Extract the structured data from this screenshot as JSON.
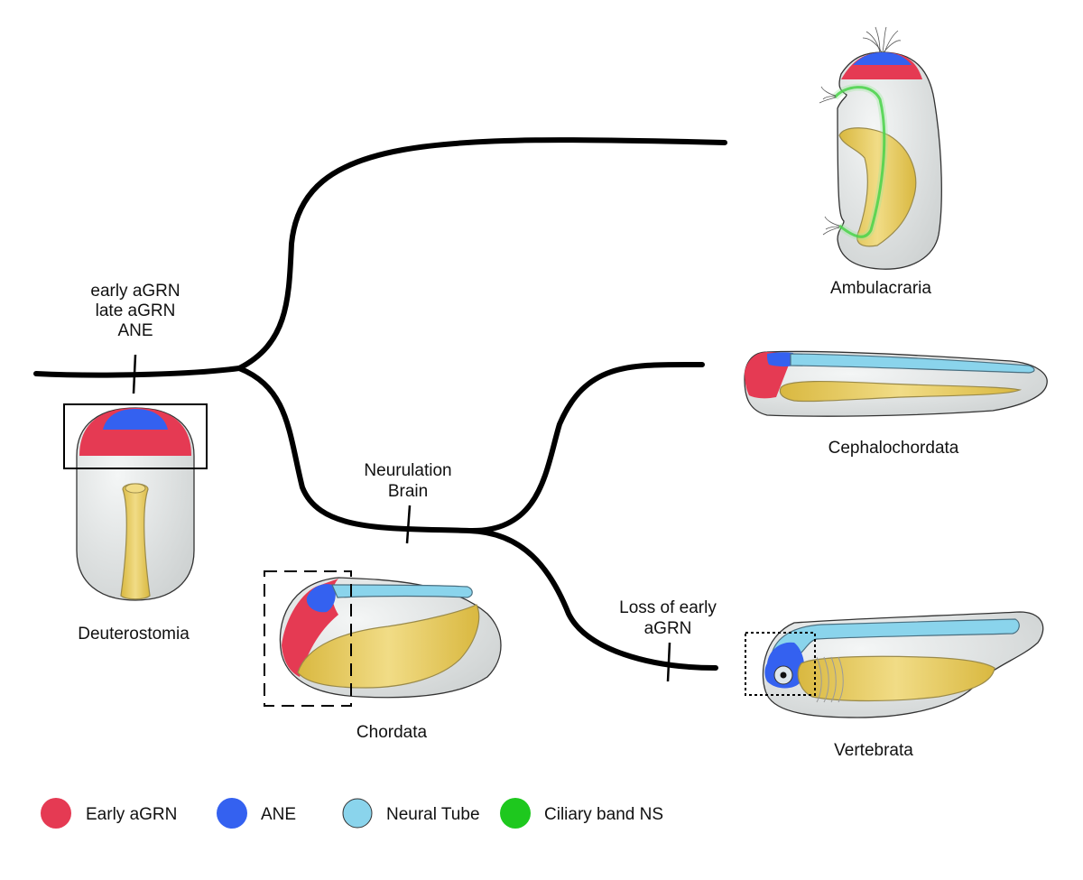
{
  "events": {
    "root": [
      "early aGRN",
      "late aGRN",
      "ANE"
    ],
    "chordata": [
      "Neurulation",
      "Brain"
    ],
    "vertebrata": [
      "Loss of early",
      "aGRN"
    ]
  },
  "taxa": {
    "deuterostomia": "Deuterostomia",
    "ambulacraria": "Ambulacraria",
    "cephalochordata": "Cephalochordata",
    "chordata": "Chordata",
    "vertebrata": "Vertebrata"
  },
  "legend": [
    {
      "label": "Early aGRN",
      "color": "#e53a53"
    },
    {
      "label": "ANE",
      "color": "#3461f0"
    },
    {
      "label": "Neural Tube",
      "color": "#8ad4ec"
    },
    {
      "label": "Ciliary band NS",
      "color": "#1ec81e"
    }
  ],
  "colors": {
    "early_agrn": "#e53a53",
    "ane": "#3461f0",
    "neural_tube": "#8ad4ec",
    "ciliary_band": "#1ec81e",
    "gut": "#e3c456",
    "body": "#e6e8e8"
  }
}
